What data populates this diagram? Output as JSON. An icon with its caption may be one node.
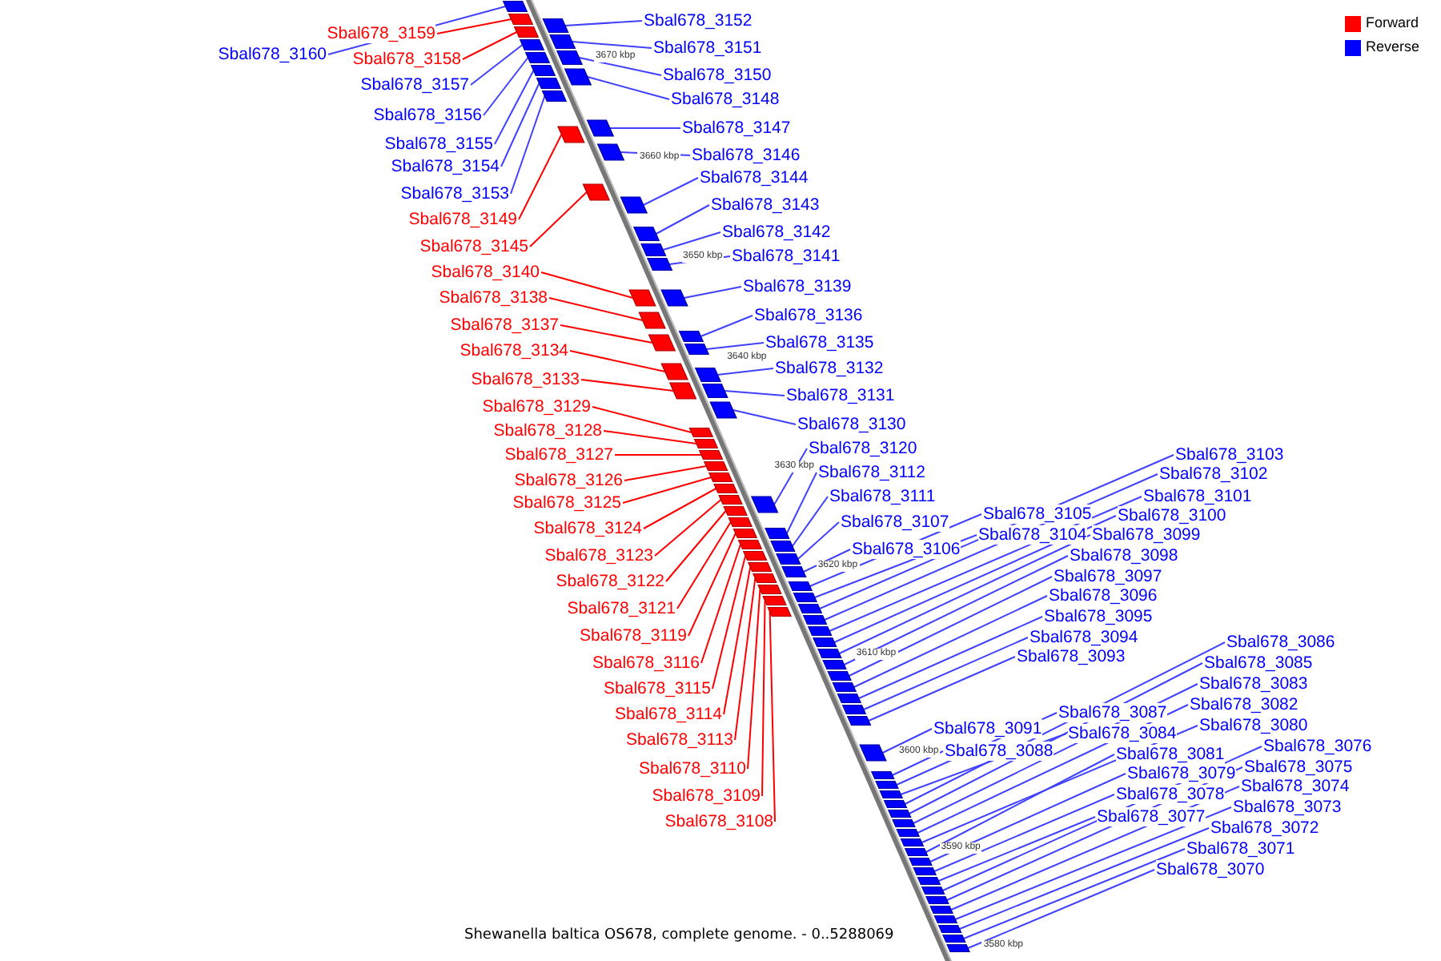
{
  "diagram": {
    "caption": "Shewanella baltica OS678, complete genome. - 0..5288069",
    "nodes": [
      {
        "text": [
          "Sbal678_3159"
        ]
      },
      {
        "text": [
          "Sbal678_3160"
        ]
      },
      {
        "text": [
          "Sbal678_3158"
        ]
      },
      {
        "text": [
          "Sbal678_3157"
        ]
      },
      {
        "text": [
          "Sbal678_3156"
        ]
      },
      {
        "text": [
          "Sbal678_3155"
        ]
      },
      {
        "text": [
          "Sbal678_3154"
        ]
      },
      {
        "text": [
          "Sbal678_3153"
        ]
      },
      {
        "text": [
          "Sbal678_3149"
        ]
      },
      {
        "text": [
          "Sbal678_3145"
        ]
      },
      {
        "text": [
          "Sbal678_3140"
        ]
      },
      {
        "text": [
          "Sbal678_3138"
        ]
      },
      {
        "text": [
          "Sbal678_3137"
        ]
      },
      {
        "text": [
          "Sbal678_3134"
        ]
      },
      {
        "text": [
          "Sbal678_3133"
        ]
      },
      {
        "text": [
          "Sbal678_3129"
        ]
      },
      {
        "text": [
          "Sbal678_3128"
        ]
      },
      {
        "text": [
          "Sbal678_3127"
        ]
      },
      {
        "text": [
          "Sbal678_3126"
        ]
      },
      {
        "text": [
          "Sbal678_3125"
        ]
      },
      {
        "text": [
          "Sbal678_3124"
        ]
      },
      {
        "text": [
          "Sbal678_3123"
        ]
      },
      {
        "text": [
          "Sbal678_3122"
        ]
      },
      {
        "text": [
          "Sbal678_3121"
        ]
      },
      {
        "text": [
          "Sbal678_3119"
        ]
      },
      {
        "text": [
          "Sbal678_3116"
        ]
      },
      {
        "text": [
          "Sbal678_3115"
        ]
      },
      {
        "text": [
          "Sbal678_3114"
        ]
      },
      {
        "text": [
          "Sbal678_3113"
        ]
      },
      {
        "text": [
          "Sbal678_3110"
        ]
      },
      {
        "text": [
          "Sbal678_3109"
        ]
      },
      {
        "text": [
          "Sbal678_3108"
        ]
      },
      {
        "text": [
          "Sbal678_3152"
        ]
      },
      {
        "text": [
          "Sbal678_3151"
        ]
      },
      {
        "text": [
          "Sbal678_3150"
        ]
      },
      {
        "text": [
          "Sbal678_3148"
        ]
      },
      {
        "text": [
          "Sbal678_3147"
        ]
      },
      {
        "text": [
          "Sbal678_3146"
        ]
      },
      {
        "text": [
          "Sbal678_3144"
        ]
      },
      {
        "text": [
          "Sbal678_3143"
        ]
      },
      {
        "text": [
          "Sbal678_3142"
        ]
      },
      {
        "text": [
          "Sbal678_3141"
        ]
      },
      {
        "text": [
          "Sbal678_3139"
        ]
      },
      {
        "text": [
          "Sbal678_3136"
        ]
      },
      {
        "text": [
          "Sbal678_3135"
        ]
      },
      {
        "text": [
          "Sbal678_3132"
        ]
      },
      {
        "text": [
          "Sbal678_3131"
        ]
      },
      {
        "text": [
          "Sbal678_3130"
        ]
      },
      {
        "text": [
          "Sbal678_3120"
        ]
      },
      {
        "text": [
          "Sbal678_3112"
        ]
      },
      {
        "text": [
          "Sbal678_3111"
        ]
      },
      {
        "text": [
          "Sbal678_3107"
        ]
      },
      {
        "text": [
          "Sbal678_3106"
        ]
      },
      {
        "text": [
          "Sbal678_3105"
        ]
      },
      {
        "text": [
          "Sbal678_3104"
        ]
      },
      {
        "text": [
          "Sbal678_3103"
        ]
      },
      {
        "text": [
          "Sbal678_3102"
        ]
      },
      {
        "text": [
          "Sbal678_3101"
        ]
      },
      {
        "text": [
          "Sbal678_3100"
        ]
      },
      {
        "text": [
          "Sbal678_3099"
        ]
      },
      {
        "text": [
          "Sbal678_3098"
        ]
      },
      {
        "text": [
          "Sbal678_3097"
        ]
      },
      {
        "text": [
          "Sbal678_3096"
        ]
      },
      {
        "text": [
          "Sbal678_3095"
        ]
      },
      {
        "text": [
          "Sbal678_3094"
        ]
      },
      {
        "text": [
          "Sbal678_3093"
        ]
      },
      {
        "text": [
          "Sbal678_3091"
        ]
      },
      {
        "text": [
          "Sbal678_3088"
        ]
      },
      {
        "text": [
          "Sbal678_3087"
        ]
      },
      {
        "text": [
          "Sbal678_3084"
        ]
      },
      {
        "text": [
          "Sbal678_3086"
        ]
      },
      {
        "text": [
          "Sbal678_3085"
        ]
      },
      {
        "text": [
          "Sbal678_3083"
        ]
      },
      {
        "text": [
          "Sbal678_3082"
        ]
      },
      {
        "text": [
          "Sbal678_3080"
        ]
      },
      {
        "text": [
          "Sbal678_3081"
        ]
      },
      {
        "text": [
          "Sbal678_3079"
        ]
      },
      {
        "text": [
          "Sbal678_3078"
        ]
      },
      {
        "text": [
          "Sbal678_3077"
        ]
      },
      {
        "text": [
          "Sbal678_3076"
        ]
      },
      {
        "text": [
          "Sbal678_3075"
        ]
      },
      {
        "text": [
          "Sbal678_3074"
        ]
      },
      {
        "text": [
          "Sbal678_3073"
        ]
      },
      {
        "text": [
          "Sbal678_3072"
        ]
      },
      {
        "text": [
          "Sbal678_3071"
        ]
      },
      {
        "text": [
          "Sbal678_3070"
        ]
      },
      {
        "text": [],
        "shape": "box"
      },
      {
        "text": [],
        "shape": "box"
      },
      {
        "text": [],
        "shape": "box"
      },
      {
        "text": [],
        "shape": "box"
      },
      {
        "text": [],
        "shape": "box"
      },
      {
        "text": [],
        "shape": "box"
      },
      {
        "text": [],
        "shape": "box"
      },
      {
        "text": [],
        "shape": "box"
      },
      {
        "text": [],
        "shape": "box"
      },
      {
        "text": [],
        "shape": "box"
      },
      {
        "text": [],
        "shape": "box"
      },
      {
        "text": [],
        "shape": "box"
      },
      {
        "text": [],
        "shape": "box"
      },
      {
        "text": [],
        "shape": "box"
      },
      {
        "text": [],
        "shape": "box"
      },
      {
        "text": [],
        "shape": "box"
      },
      {
        "text": [],
        "shape": "box"
      },
      {
        "text": [],
        "shape": "box"
      },
      {
        "text": [],
        "shape": "box"
      },
      {
        "text": [],
        "shape": "box"
      },
      {
        "text": [],
        "shape": "box"
      },
      {
        "text": [],
        "shape": "box"
      },
      {
        "text": [],
        "shape": "box"
      },
      {
        "text": [],
        "shape": "box"
      },
      {
        "text": [],
        "shape": "box"
      },
      {
        "text": [],
        "shape": "box"
      },
      {
        "text": [],
        "shape": "box"
      },
      {
        "text": [],
        "shape": "box"
      },
      {
        "text": [],
        "shape": "box"
      },
      {
        "text": [],
        "shape": "box"
      },
      {
        "text": [],
        "shape": "box"
      },
      {
        "text": [],
        "shape": "box"
      },
      {
        "text": [],
        "shape": "box"
      },
      {
        "text": [],
        "shape": "box"
      },
      {
        "text": [],
        "shape": "box"
      },
      {
        "text": [],
        "shape": "box"
      },
      {
        "text": [],
        "shape": "box"
      },
      {
        "text": [],
        "shape": "box"
      },
      {
        "text": [],
        "shape": "box"
      },
      {
        "text": [],
        "shape": "box"
      },
      {
        "text": [],
        "shape": "box"
      },
      {
        "text": [],
        "shape": "box"
      },
      {
        "text": [],
        "shape": "box"
      },
      {
        "text": [],
        "shape": "box"
      },
      {
        "text": [],
        "shape": "box"
      },
      {
        "text": [],
        "shape": "box"
      },
      {
        "text": [],
        "shape": "box"
      },
      {
        "text": [],
        "shape": "box"
      },
      {
        "text": [],
        "shape": "box"
      },
      {
        "text": [],
        "shape": "box"
      },
      {
        "text": [],
        "shape": "box"
      },
      {
        "text": [],
        "shape": "box"
      },
      {
        "text": [],
        "shape": "box"
      },
      {
        "text": [],
        "shape": "box"
      },
      {
        "text": [],
        "shape": "box"
      },
      {
        "text": [],
        "shape": "box"
      },
      {
        "text": [],
        "shape": "box"
      },
      {
        "text": [],
        "shape": "box"
      },
      {
        "text": [],
        "shape": "box"
      },
      {
        "text": [],
        "shape": "box"
      },
      {
        "text": [],
        "shape": "box"
      },
      {
        "text": [],
        "shape": "box"
      },
      {
        "text": [],
        "shape": "box"
      },
      {
        "text": [],
        "shape": "box"
      },
      {
        "text": [],
        "shape": "box"
      },
      {
        "text": [],
        "shape": "box"
      },
      {
        "text": [],
        "shape": "box"
      },
      {
        "text": [],
        "shape": "box"
      },
      {
        "text": [],
        "shape": "box"
      },
      {
        "text": [],
        "shape": "box"
      },
      {
        "text": [],
        "shape": "box"
      },
      {
        "text": [],
        "shape": "box"
      },
      {
        "text": [],
        "shape": "box"
      },
      {
        "text": [],
        "shape": "box"
      },
      {
        "text": [],
        "shape": "box"
      },
      {
        "text": [],
        "shape": "box"
      },
      {
        "text": [],
        "shape": "box"
      },
      {
        "text": [],
        "shape": "box"
      },
      {
        "text": [],
        "shape": "box"
      },
      {
        "text": [],
        "shape": "box"
      },
      {
        "text": [],
        "shape": "box"
      },
      {
        "text": [],
        "shape": "box"
      },
      {
        "text": [],
        "shape": "box"
      },
      {
        "text": [],
        "shape": "box"
      },
      {
        "text": [],
        "shape": "box"
      },
      {
        "text": [],
        "shape": "box"
      }
    ],
    "edges": [
      {
        "from": 0,
        "to": 86,
        "arrow": "none",
        "color": "#ff0000"
      },
      {
        "from": 1,
        "to": 87,
        "arrow": "none"
      },
      {
        "from": 2,
        "to": 88,
        "arrow": "none",
        "color": "#ff0000"
      },
      {
        "from": 3,
        "to": 89,
        "arrow": "none"
      },
      {
        "from": 4,
        "to": 90,
        "arrow": "none"
      },
      {
        "from": 5,
        "to": 91,
        "arrow": "none"
      },
      {
        "from": 6,
        "to": 92,
        "arrow": "none"
      },
      {
        "from": 7,
        "to": 93,
        "arrow": "none"
      },
      {
        "from": 8,
        "to": 94,
        "arrow": "none",
        "color": "#ff0000"
      },
      {
        "from": 9,
        "to": 95,
        "arrow": "none",
        "color": "#ff0000"
      },
      {
        "from": 10,
        "to": 96,
        "arrow": "none",
        "color": "#ff0000"
      },
      {
        "from": 11,
        "to": 97,
        "arrow": "none",
        "color": "#ff0000"
      },
      {
        "from": 12,
        "to": 98,
        "arrow": "none",
        "color": "#ff0000"
      },
      {
        "from": 13,
        "to": 99,
        "arrow": "none",
        "color": "#ff0000"
      },
      {
        "from": 14,
        "to": 100,
        "arrow": "none",
        "color": "#ff0000"
      },
      {
        "from": 15,
        "to": 101,
        "arrow": "none",
        "color": "#ff0000"
      },
      {
        "from": 16,
        "to": 102,
        "arrow": "none",
        "color": "#ff0000"
      },
      {
        "from": 17,
        "to": 103,
        "arrow": "none",
        "color": "#ff0000"
      },
      {
        "from": 18,
        "to": 104,
        "arrow": "none",
        "color": "#ff0000"
      },
      {
        "from": 19,
        "to": 105,
        "arrow": "none",
        "color": "#ff0000"
      },
      {
        "from": 20,
        "to": 106,
        "arrow": "none",
        "color": "#ff0000"
      },
      {
        "from": 21,
        "to": 107,
        "arrow": "none",
        "color": "#ff0000"
      },
      {
        "from": 22,
        "to": 108,
        "arrow": "none",
        "color": "#ff0000"
      },
      {
        "from": 23,
        "to": 109,
        "arrow": "none",
        "color": "#ff0000"
      },
      {
        "from": 24,
        "to": 110,
        "arrow": "none",
        "color": "#ff0000"
      },
      {
        "from": 25,
        "to": 111,
        "arrow": "none",
        "color": "#ff0000"
      },
      {
        "from": 26,
        "to": 112,
        "arrow": "none",
        "color": "#ff0000"
      },
      {
        "from": 27,
        "to": 113,
        "arrow": "none",
        "color": "#ff0000"
      },
      {
        "from": 28,
        "to": 114,
        "arrow": "none",
        "color": "#ff0000"
      },
      {
        "from": 29,
        "to": 115,
        "arrow": "none",
        "color": "#ff0000"
      },
      {
        "from": 30,
        "to": 116,
        "arrow": "none",
        "color": "#ff0000"
      },
      {
        "from": 31,
        "to": 117,
        "arrow": "none",
        "color": "#ff0000"
      },
      {
        "from": 32,
        "to": 118,
        "arrow": "none"
      },
      {
        "from": 33,
        "to": 119,
        "arrow": "none"
      },
      {
        "from": 34,
        "to": 120,
        "arrow": "none"
      },
      {
        "from": 35,
        "to": 121,
        "arrow": "none"
      },
      {
        "from": 36,
        "to": 122,
        "arrow": "none"
      },
      {
        "from": 37,
        "to": 123,
        "arrow": "none"
      },
      {
        "from": 38,
        "to": 124,
        "arrow": "none"
      },
      {
        "from": 39,
        "to": 125,
        "arrow": "none"
      },
      {
        "from": 40,
        "to": 126,
        "arrow": "none"
      },
      {
        "from": 41,
        "to": 127,
        "arrow": "none"
      },
      {
        "from": 42,
        "to": 128,
        "arrow": "none"
      },
      {
        "from": 43,
        "to": 129,
        "arrow": "none"
      },
      {
        "from": 44,
        "to": 130,
        "arrow": "none"
      },
      {
        "from": 45,
        "to": 131,
        "arrow": "none"
      },
      {
        "from": 46,
        "to": 132,
        "arrow": "none"
      },
      {
        "from": 47,
        "to": 133,
        "arrow": "none"
      },
      {
        "from": 48,
        "to": 134,
        "arrow": "none"
      },
      {
        "from": 49,
        "to": 135,
        "arrow": "none"
      },
      {
        "from": 50,
        "to": 136,
        "arrow": "none"
      },
      {
        "from": 51,
        "to": 137,
        "arrow": "none"
      },
      {
        "from": 52,
        "to": 138,
        "arrow": "none"
      },
      {
        "from": 53,
        "to": 139,
        "arrow": "none"
      },
      {
        "from": 54,
        "to": 140,
        "arrow": "none"
      },
      {
        "from": 55,
        "to": 141,
        "arrow": "none"
      },
      {
        "from": 56,
        "to": 142,
        "arrow": "none"
      },
      {
        "from": 57,
        "to": 143,
        "arrow": "none"
      },
      {
        "from": 58,
        "to": 144,
        "arrow": "none"
      },
      {
        "from": 59,
        "to": 145,
        "arrow": "none"
      },
      {
        "from": 60,
        "to": 146,
        "arrow": "none"
      },
      {
        "from": 61,
        "to": 147,
        "arrow": "none"
      },
      {
        "from": 62,
        "to": 148,
        "arrow": "none"
      },
      {
        "from": 63,
        "to": 149,
        "arrow": "none"
      },
      {
        "from": 64,
        "to": 150,
        "arrow": "none"
      },
      {
        "from": 65,
        "to": 151,
        "arrow": "none"
      },
      {
        "from": 66,
        "to": 152,
        "arrow": "none"
      },
      {
        "from": 67,
        "to": 153,
        "arrow": "none"
      },
      {
        "from": 68,
        "to": 154,
        "arrow": "none"
      },
      {
        "from": 69,
        "to": 155,
        "arrow": "none"
      },
      {
        "from": 70,
        "to": 156,
        "arrow": "none"
      },
      {
        "from": 71,
        "to": 157,
        "arrow": "none"
      },
      {
        "from": 72,
        "to": 158,
        "arrow": "none"
      },
      {
        "from": 73,
        "to": 159,
        "arrow": "none"
      },
      {
        "from": 74,
        "to": 160,
        "arrow": "none"
      },
      {
        "from": 75,
        "to": 161,
        "arrow": "none"
      },
      {
        "from": 76,
        "to": 162,
        "arrow": "none"
      },
      {
        "from": 77,
        "to": 163,
        "arrow": "none"
      },
      {
        "from": 78,
        "to": 164,
        "arrow": "none"
      },
      {
        "from": 79,
        "to": 165,
        "arrow": "none"
      },
      {
        "from": 80,
        "to": 166,
        "arrow": "none"
      },
      {
        "from": 81,
        "to": 167,
        "arrow": "none"
      },
      {
        "from": 82,
        "to": 168,
        "arrow": "none"
      },
      {
        "from": 83,
        "to": 169,
        "arrow": "none"
      },
      {
        "from": 84,
        "to": 170,
        "arrow": "none"
      },
      {
        "from": 85,
        "to": 171,
        "arrow": "none"
      }
    ],
    "labels": [
      "3670 kbp",
      "3660 kbp",
      "3650 kbp",
      "3640 kbp",
      "3630 kbp",
      "3620 kbp",
      "3610 kbp",
      "3600 kbp",
      "3590 kbp",
      "3580 kbp"
    ],
    "legend": [
      {
        "text": "Forward",
        "color": "#ff0000"
      },
      {
        "text": "Reverse",
        "color": "#0000ff"
      }
    ]
  }
}
